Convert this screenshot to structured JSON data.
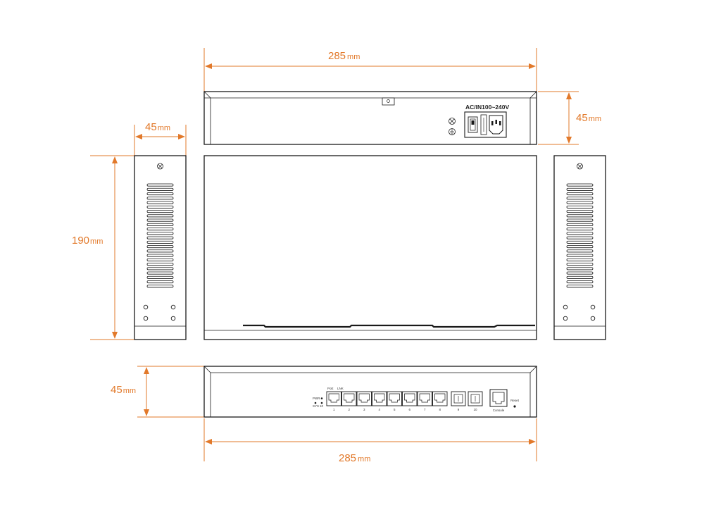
{
  "colors": {
    "dimension": "#e2792a",
    "outline": "#1a1a1a",
    "fill": "#ffffff"
  },
  "dimensions": {
    "top_width": {
      "value": "285",
      "unit": "mm"
    },
    "bottom_width": {
      "value": "285",
      "unit": "mm"
    },
    "rear_height": {
      "value": "45",
      "unit": "mm"
    },
    "front_height": {
      "value": "45",
      "unit": "mm"
    },
    "side_width": {
      "value": "45",
      "unit": "mm"
    },
    "depth": {
      "value": "190",
      "unit": "mm"
    }
  },
  "rear_panel": {
    "power_label": "AC/IN100~240V"
  },
  "front_panel": {
    "led_pwr": "PWR",
    "led_sys": "SYS",
    "led_10": "10",
    "poe_label": "PoE",
    "lnk_label": "LNK",
    "port_numbers": [
      "1",
      "2",
      "3",
      "4",
      "5",
      "6",
      "7",
      "8"
    ],
    "sfp_numbers": [
      "9",
      "10"
    ],
    "console_label": "Console",
    "reset_label": "Reset"
  }
}
